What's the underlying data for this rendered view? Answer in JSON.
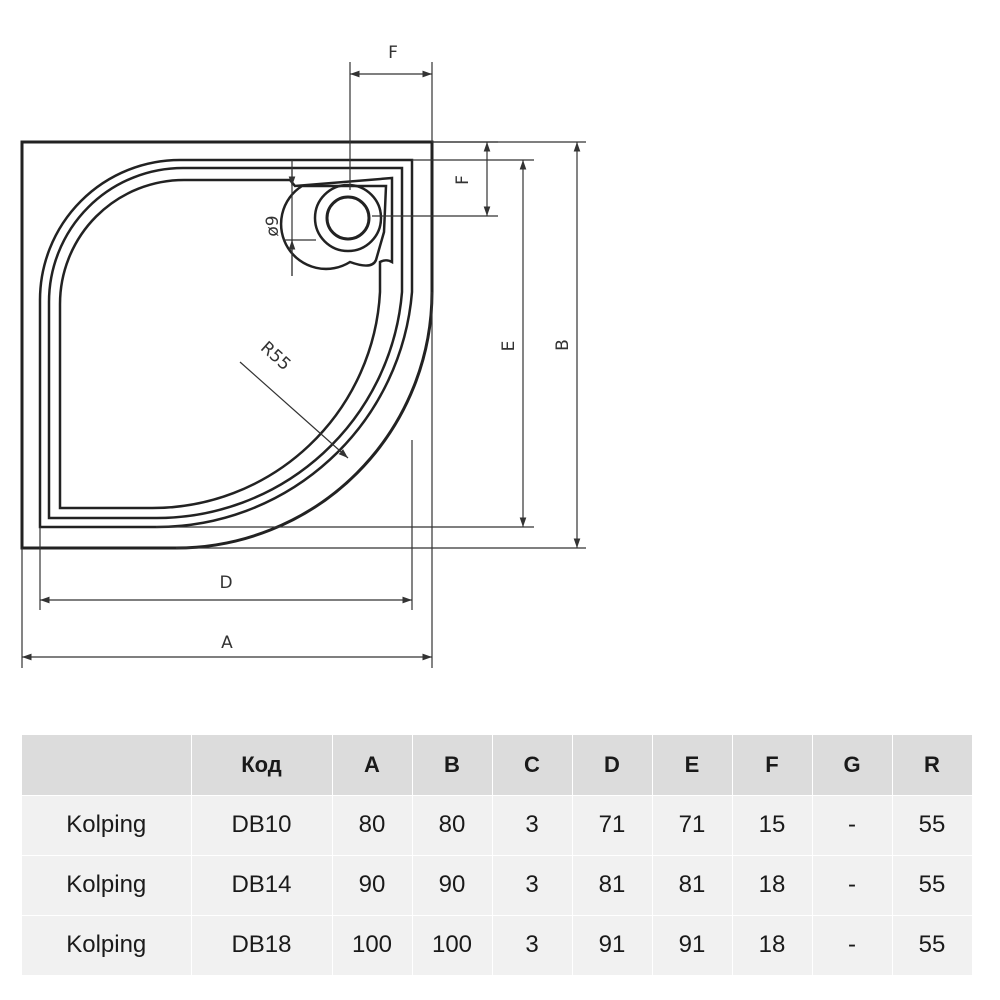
{
  "diagram": {
    "labels": {
      "A": "A",
      "B": "B",
      "D": "D",
      "E": "E",
      "F_top": "F",
      "F_right": "F",
      "radius": "R55",
      "drain_diameter": "ø9"
    }
  },
  "table": {
    "headers": [
      "",
      "Код",
      "A",
      "B",
      "C",
      "D",
      "E",
      "F",
      "G",
      "R"
    ],
    "rows": [
      [
        "Kolping",
        "DB10",
        "80",
        "80",
        "3",
        "71",
        "71",
        "15",
        "-",
        "55"
      ],
      [
        "Kolping",
        "DB14",
        "90",
        "90",
        "3",
        "81",
        "81",
        "18",
        "-",
        "55"
      ],
      [
        "Kolping",
        "DB18",
        "100",
        "100",
        "3",
        "91",
        "91",
        "18",
        "-",
        "55"
      ]
    ]
  }
}
